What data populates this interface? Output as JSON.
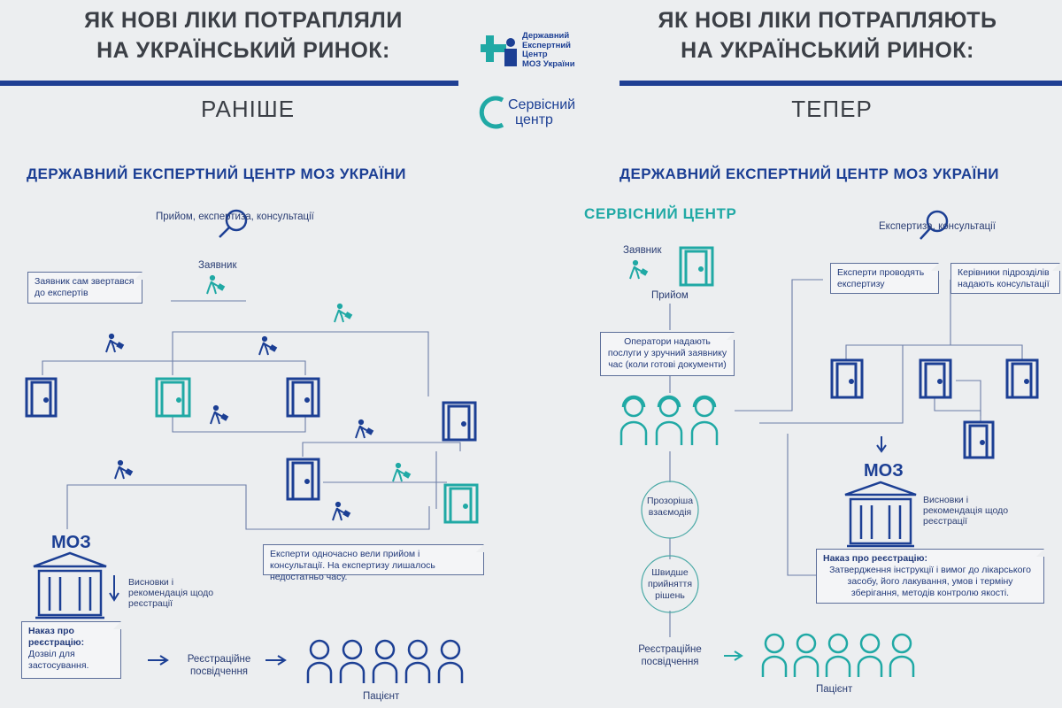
{
  "header": {
    "left_title_1": "ЯК НОВІ ЛІКИ ПОТРАПЛЯЛИ",
    "left_title_2": "НА УКРАЇНСЬКИЙ РИНОК:",
    "right_title_1": "ЯК НОВІ ЛІКИ ПОТРАПЛЯЮТЬ",
    "right_title_2": "НА УКРАЇНСЬКИЙ РИНОК:",
    "logo_line_1": "Державний",
    "logo_line_2": "Експертний",
    "logo_line_3": "Центр",
    "logo_line_4": "МОЗ України",
    "service_line_1": "Сервісний",
    "service_line_2": "центр",
    "left_subhead": "РАНІШЕ",
    "right_subhead": "ТЕПЕР"
  },
  "left": {
    "section_title": "ДЕРЖАВНИЙ ЕКСПЕРТНИЙ ЦЕНТР МОЗ УКРАЇНИ",
    "reception_label": "Прийом, експертиза, консультації",
    "applicant_label": "Заявник",
    "note_self": "Заявник сам звертався до експертів",
    "note_experts": "Експерти одночасно вели прийом і консультації. На експертизу лишалось недостатньо часу.",
    "moz_label": "МОЗ",
    "conclusions_label": "Висновки і рекомендація щодо реєстрації",
    "order_title": "Наказ про реєстрацію:",
    "order_text": "Дозвіл для застосування.",
    "certificate_label": "Реєстраційне посвідчення",
    "patient_label": "Пацієнт"
  },
  "right": {
    "section_title": "ДЕРЖАВНИЙ ЕКСПЕРТНИЙ ЦЕНТР МОЗ УКРАЇНИ",
    "service_center_title": "СЕРВІСНИЙ ЦЕНТР",
    "applicant_label": "Заявник",
    "reception_label": "Прийом",
    "expertise_label": "Експертиза, консультації",
    "note_operators": "Оператори надають послуги у зручний заявнику час (коли готові документи)",
    "note_experts": "Експерти проводять експертизу",
    "note_heads": "Керівники підрозділів надають консультації",
    "circle_1": "Прозоріша взаємодія",
    "circle_2": "Швидше прийняття рішень",
    "moz_label": "МОЗ",
    "conclusions_label": "Висновки і рекомендація щодо реєстрації",
    "order_title": "Наказ про реєстрацію:",
    "order_text": "Затвердження інструкції і вимог до лікарського засобу, його лакування, умов і терміну зберігання, методів контролю якості.",
    "certificate_label": "Реєстраційне посвідчення",
    "patient_label": "Пацієнт"
  },
  "colors": {
    "navy": "#1c3f94",
    "teal": "#20a9a5",
    "dark_text": "#3b3f46"
  }
}
